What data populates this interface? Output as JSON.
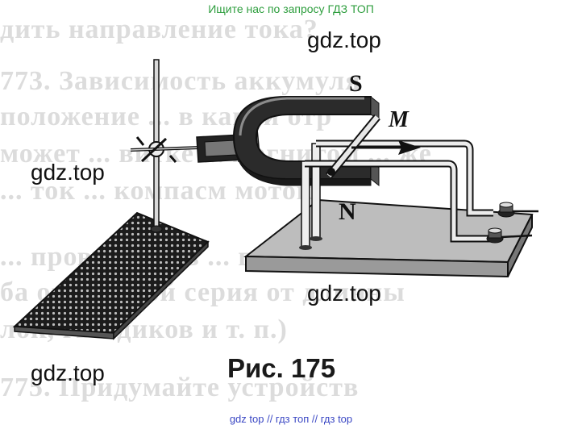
{
  "header": {
    "text": "Ищите нас по запросу ГДЗ ТОП",
    "color": "#2e9e3e"
  },
  "background_text": [
    "дить направление тока?",
    "773. Зависимость аккумуля",
    "положение ... в какой отр",
    "может ... витке ... магнитом ... жё",
    "... ток ... компасм моток",
    "... проводников ... проб",
    "ба описанной серия от длинны",
    "лок, гвоздиков и т. п.)",
    "775. Придумайте устройств"
  ],
  "watermarks": [
    "gdz.top",
    "gdz.top",
    "gdz.top",
    "gdz.top"
  ],
  "diagram": {
    "label_s": "S",
    "label_n": "N",
    "label_m": "M",
    "caption": "Рис. 175"
  },
  "footer": {
    "text": "gdz top  //  гдз топ  //  гдз top",
    "color": "#3b48c4"
  }
}
